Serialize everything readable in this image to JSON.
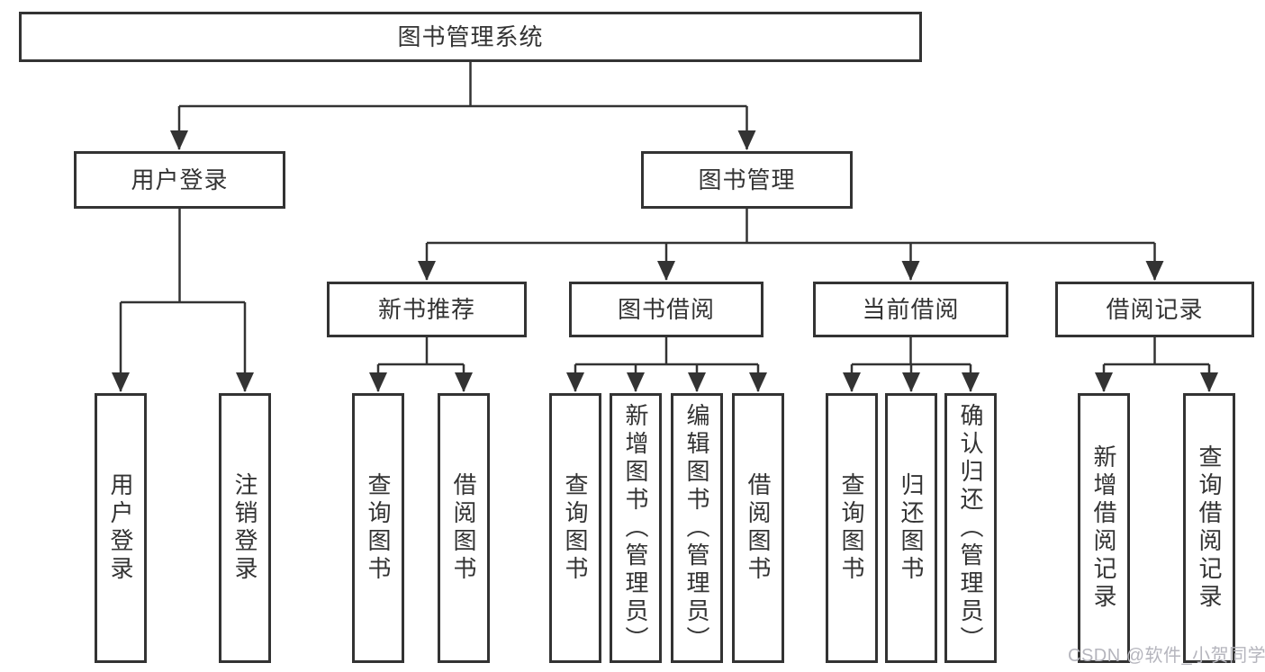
{
  "diagram": {
    "root": {
      "label": "图书管理系统"
    },
    "level2": {
      "user_login": {
        "label": "用户登录"
      },
      "book_mgmt": {
        "label": "图书管理"
      }
    },
    "level3": {
      "new_book_rec": {
        "label": "新书推荐"
      },
      "book_borrow": {
        "label": "图书借阅"
      },
      "current_borrow": {
        "label": "当前借阅"
      },
      "borrow_record": {
        "label": "借阅记录"
      }
    },
    "leaves": {
      "user_login_leaf": {
        "label": "用户登录"
      },
      "logout": {
        "label": "注销登录"
      },
      "rec_query_book": {
        "label": "查询图书"
      },
      "rec_borrow_book": {
        "label": "借阅图书"
      },
      "borrow_query_book": {
        "label": "查询图书"
      },
      "borrow_add_book": {
        "label": "新增图书（管理员）"
      },
      "borrow_edit_book": {
        "label": "编辑图书（管理员）"
      },
      "borrow_borrow_book": {
        "label": "借阅图书"
      },
      "current_query_book": {
        "label": "查询图书"
      },
      "current_return_book": {
        "label": "归还图书"
      },
      "current_confirm_return": {
        "label": "确认归还（管理员）"
      },
      "record_add": {
        "label": "新增借阅记录"
      },
      "record_query": {
        "label": "查询借阅记录"
      }
    }
  },
  "watermark": {
    "text": "CSDN @软件_小贺同学"
  },
  "colors": {
    "line": "#333333",
    "text": "#333333",
    "watermark": "#b5b5bd",
    "background": "#ffffff"
  }
}
